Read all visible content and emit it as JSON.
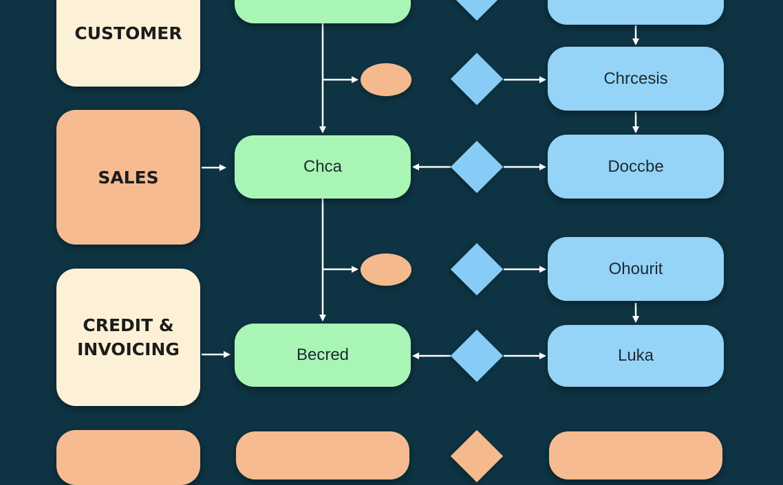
{
  "lanes": {
    "customer": "CUSTOMER",
    "sales": "SALES",
    "credit_line1": "CREDIT &",
    "credit_line2": "INVOICING"
  },
  "processes": {
    "top_green": "",
    "top_blue": "",
    "chrcesis": "Chrcesis",
    "chca": "Chca",
    "doccbe": "Doccbe",
    "ohourit": "Ohourit",
    "becred": "Becred",
    "luka": "Luka",
    "bottom_green": "",
    "bottom_blue": ""
  },
  "colors": {
    "background": "#0e3342",
    "lane_cream": "#fcf1d6",
    "lane_peach": "#f6bb91",
    "process_green": "#a9f5b6",
    "process_blue": "#95d3f7",
    "decision_blue": "#86ccf6",
    "event_peach": "#f4b98d",
    "connector": "#ffffff"
  }
}
